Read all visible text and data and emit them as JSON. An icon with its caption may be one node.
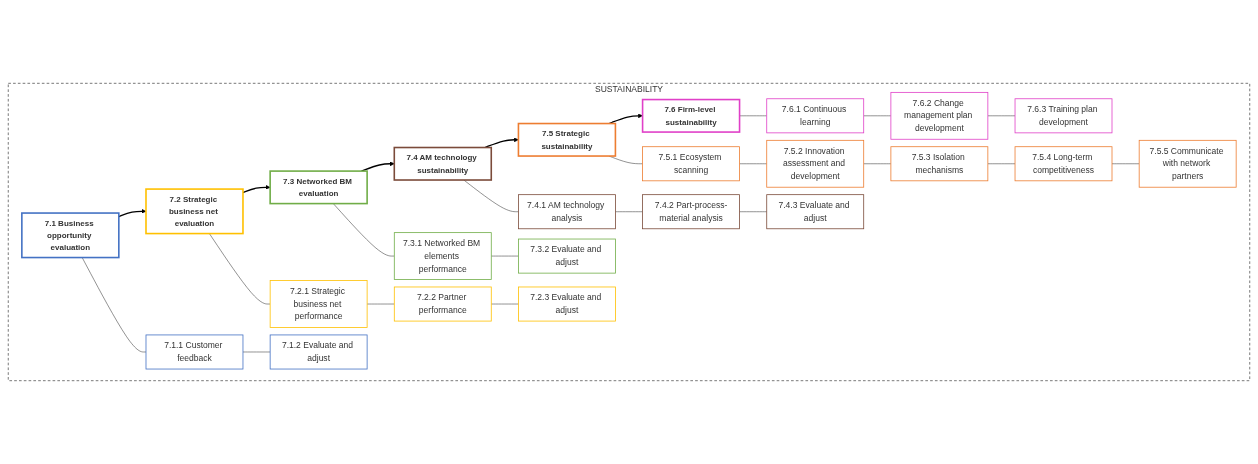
{
  "diagram": {
    "nodes": [
      {
        "text": [
          "SUSTAINABILITY"
        ]
      },
      {
        "text": [
          "7.1 Business opportunity evaluation"
        ],
        "in": 0
      },
      {
        "text": [
          "7.1.1 Customer feedback"
        ],
        "in": 0
      },
      {
        "text": [
          "7.1.2 Evaluate and adjust"
        ],
        "in": 0
      },
      {
        "text": [
          "7.2 Strategic business net evaluation"
        ],
        "in": 0
      },
      {
        "text": [
          "7.2.1 Strategic business net performance"
        ],
        "in": 0
      },
      {
        "text": [
          "7.2.2 Partner performance"
        ],
        "in": 0
      },
      {
        "text": [
          "7.2.3 Evaluate and adjust"
        ],
        "in": 0
      },
      {
        "text": [
          "7.3 Networked BM evaluation"
        ],
        "in": 0
      },
      {
        "text": [
          "7.3.1 Networked BM elements performance"
        ],
        "in": 0
      },
      {
        "text": [
          "7.3.2 Evaluate and adjust"
        ],
        "in": 0
      },
      {
        "text": [
          "7.4 AM technology sustainability"
        ],
        "in": 0
      },
      {
        "text": [
          "7.4.1 AM technology analysis"
        ],
        "in": 0
      },
      {
        "text": [
          "7.4.2 Part-process-material analysis"
        ],
        "in": 0
      },
      {
        "text": [
          "7.4.3 Evaluate and adjust"
        ],
        "in": 0
      },
      {
        "text": [
          "7.5 Strategic sustainability"
        ],
        "in": 0
      },
      {
        "text": [
          "7.5.1 Ecosystem scanning"
        ],
        "in": 0
      },
      {
        "text": [
          "7.5.2 Innovation assessment and development"
        ],
        "in": 0
      },
      {
        "text": [
          "7.5.3 Isolation mechanisms"
        ],
        "in": 0
      },
      {
        "text": [
          "7.5.4 Long-term competitiveness"
        ],
        "in": 0
      },
      {
        "text": [
          "7.5.5 Communicate with network partners"
        ],
        "in": 0
      },
      {
        "text": [
          "7.6 Firm-level sustainability"
        ],
        "in": 0
      },
      {
        "text": [
          "7.6.1 Continuous learning"
        ],
        "in": 0
      },
      {
        "text": [
          "7.6.2 Change management plan development"
        ],
        "in": 0
      },
      {
        "text": [
          "7.6.3 Training plan development"
        ],
        "in": 0
      }
    ],
    "edges": [
      {
        "from": 1,
        "to": 4,
        "arrow": "to"
      },
      {
        "from": 4,
        "to": 8,
        "arrow": "to"
      },
      {
        "from": 8,
        "to": 11,
        "arrow": "to"
      },
      {
        "from": 11,
        "to": 15,
        "arrow": "to"
      },
      {
        "from": 15,
        "to": 21,
        "arrow": "to"
      },
      {
        "from": 1,
        "to": 2,
        "arrow": "none"
      },
      {
        "from": 2,
        "to": 3,
        "arrow": "none"
      },
      {
        "from": 4,
        "to": 5,
        "arrow": "none"
      },
      {
        "from": 5,
        "to": 6,
        "arrow": "none"
      },
      {
        "from": 6,
        "to": 7,
        "arrow": "none"
      },
      {
        "from": 8,
        "to": 9,
        "arrow": "none"
      },
      {
        "from": 9,
        "to": 10,
        "arrow": "none"
      },
      {
        "from": 11,
        "to": 12,
        "arrow": "none"
      },
      {
        "from": 12,
        "to": 13,
        "arrow": "none"
      },
      {
        "from": 13,
        "to": 14,
        "arrow": "none"
      },
      {
        "from": 15,
        "to": 16,
        "arrow": "none"
      },
      {
        "from": 16,
        "to": 17,
        "arrow": "none"
      },
      {
        "from": 17,
        "to": 18,
        "arrow": "none"
      },
      {
        "from": 18,
        "to": 19,
        "arrow": "none"
      },
      {
        "from": 19,
        "to": 20,
        "arrow": "none"
      },
      {
        "from": 21,
        "to": 22,
        "arrow": "none"
      },
      {
        "from": 22,
        "to": 23,
        "arrow": "none"
      },
      {
        "from": 23,
        "to": 24,
        "arrow": "none"
      }
    ]
  }
}
